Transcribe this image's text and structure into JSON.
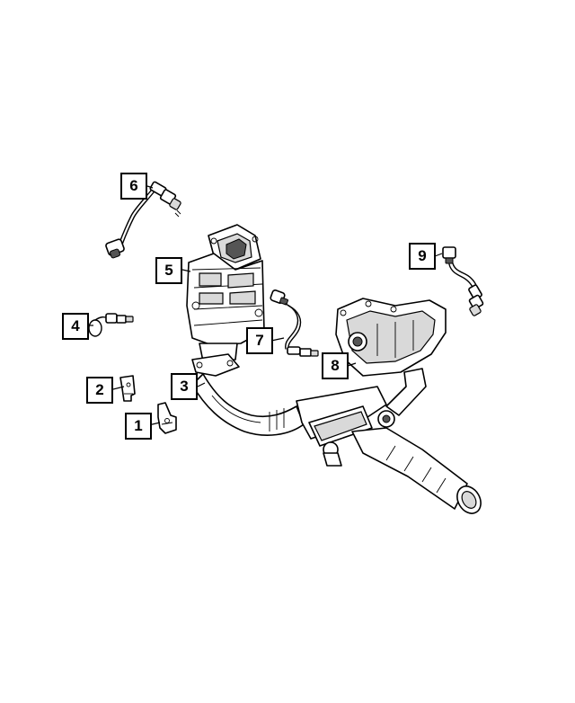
{
  "callouts": [
    {
      "id": "1",
      "label": "1"
    },
    {
      "id": "2",
      "label": "2"
    },
    {
      "id": "3",
      "label": "3"
    },
    {
      "id": "4",
      "label": "4"
    },
    {
      "id": "5",
      "label": "5"
    },
    {
      "id": "6",
      "label": "6"
    },
    {
      "id": "7",
      "label": "7"
    },
    {
      "id": "8",
      "label": "8"
    },
    {
      "id": "9",
      "label": "9"
    }
  ]
}
